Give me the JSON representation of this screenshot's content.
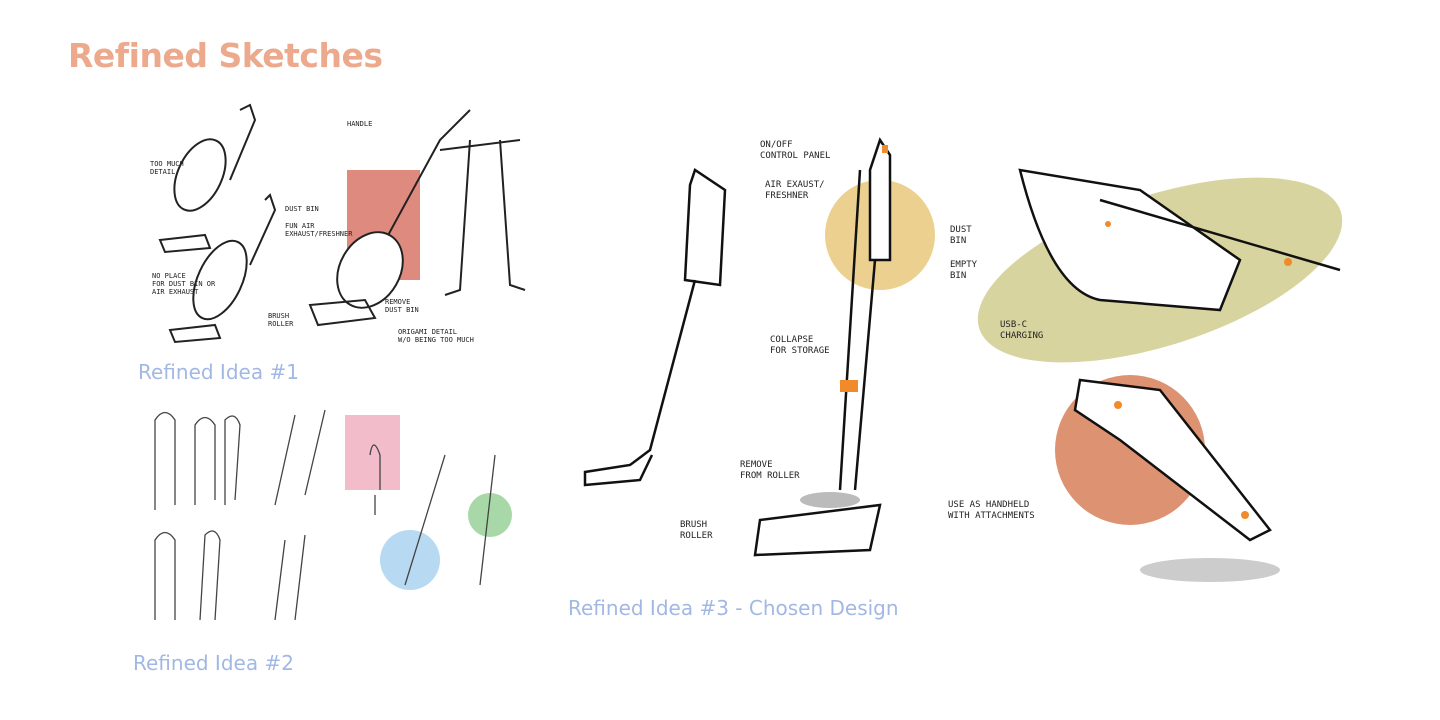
{
  "page_title": "Refined Sketches",
  "captions": {
    "idea1": "Refined Idea #1",
    "idea2": "Refined Idea #2",
    "idea3": "Refined Idea #3 - Chosen Design"
  },
  "sketch1_notes": {
    "too_much_detail": "Too much\ndetail",
    "no_place": "No place\nfor dust bin or\nair exhaust",
    "handle": "Handle",
    "dust_bin": "Dust bin",
    "fun_air": "Fun air\nexhaust/freshner",
    "remove_dust_bin": "Remove\ndust bin",
    "brush_roller": "Brush\nroller",
    "origami": "Origami detail\nw/o being too much"
  },
  "sketch3_notes": {
    "on_off": "On/off\ncontrol panel",
    "air_exhaust": "Air exaust/\nfreshner",
    "dust_bin": "Dust\nbin",
    "empty_bin": "Empty\nbin",
    "collapse": "Collapse\nfor storage",
    "remove_roller": "Remove\nfrom roller",
    "brush_roller": "Brush\nroller",
    "usb_c": "USB-C\ncharging",
    "handheld": "Use as handheld\nwith attachments"
  },
  "colors": {
    "title": "#eda98c",
    "caption": "#a2b8e4",
    "accent_orange": "#f08a2a",
    "salmon_block": "#df8a7e",
    "yellow_circle": "#ecd08f",
    "olive_blob": "#d8d4a0",
    "terracotta_circle": "#dd9271",
    "pink_block": "#f2bccb",
    "blue_circle": "#b8d9f2",
    "green_circle": "#a8d8a8"
  }
}
